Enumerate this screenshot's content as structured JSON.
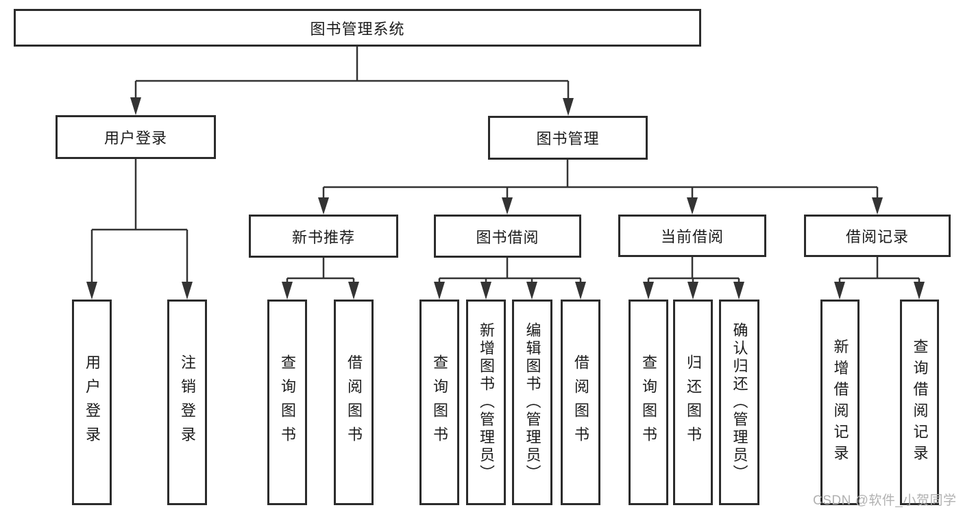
{
  "diagram": {
    "watermark": "CSDN @软件_小贺同学",
    "colors": {
      "line": "#333333",
      "border": "#2b2b2b",
      "text": "#1c1c1c",
      "background": "#ffffff",
      "watermark_text": "#b1b1b1"
    },
    "tree": {
      "label": "图书管理系统",
      "children": [
        {
          "label": "用户登录",
          "children": [
            {
              "label": "用户登录"
            },
            {
              "label": "注销登录"
            }
          ]
        },
        {
          "label": "图书管理",
          "children": [
            {
              "label": "新书推荐",
              "children": [
                {
                  "label": "查询图书"
                },
                {
                  "label": "借阅图书"
                }
              ]
            },
            {
              "label": "图书借阅",
              "children": [
                {
                  "label": "查询图书"
                },
                {
                  "label": "新增图书（管理员）"
                },
                {
                  "label": "编辑图书（管理员）"
                },
                {
                  "label": "借阅图书"
                }
              ]
            },
            {
              "label": "当前借阅",
              "children": [
                {
                  "label": "查询图书"
                },
                {
                  "label": "归还图书"
                },
                {
                  "label": "确认归还（管理员）"
                }
              ]
            },
            {
              "label": "借阅记录",
              "children": [
                {
                  "label": "新增借阅记录"
                },
                {
                  "label": "查询借阅记录"
                }
              ]
            }
          ]
        }
      ]
    }
  }
}
